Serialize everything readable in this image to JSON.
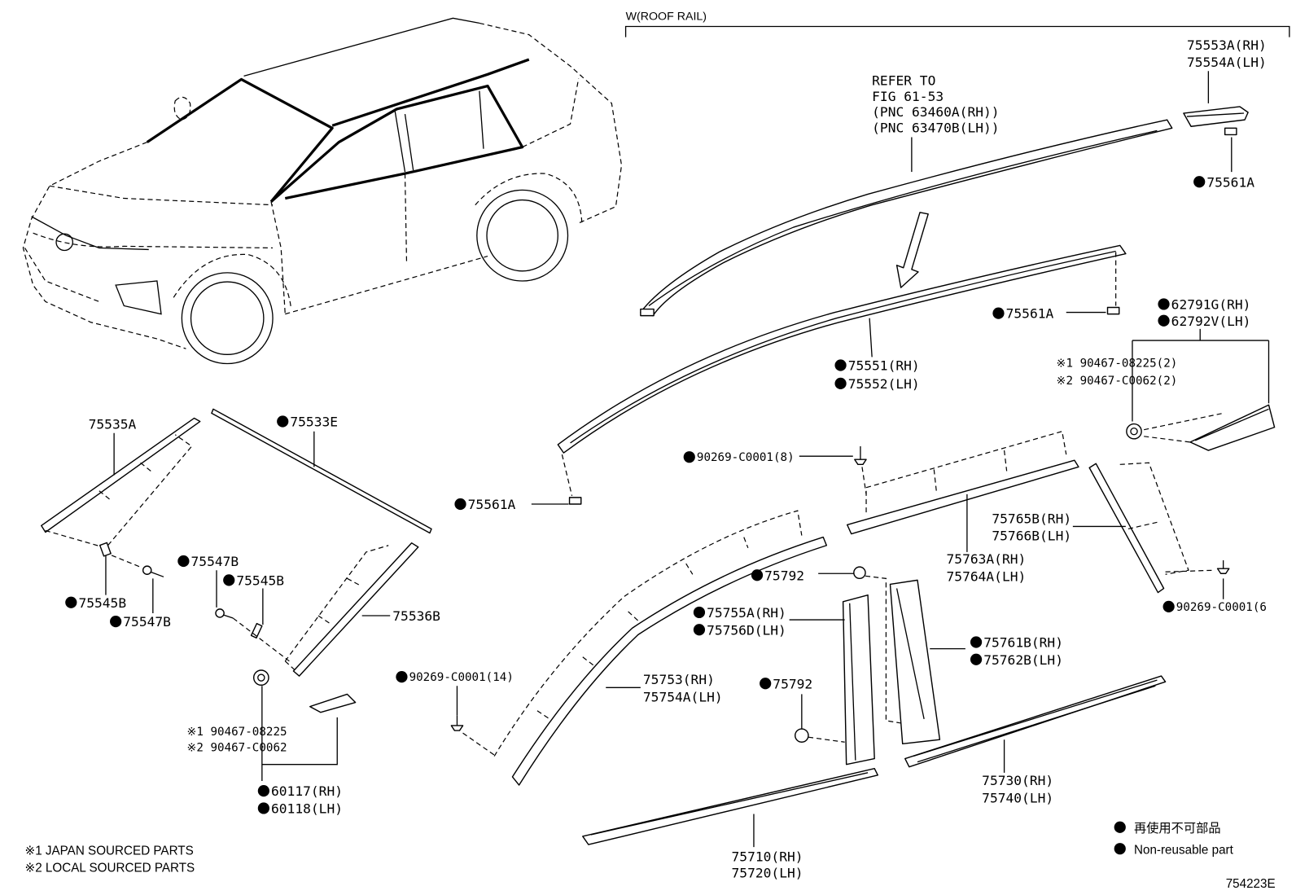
{
  "figure_id": "754223E",
  "roof_rail_group": {
    "label": "W(ROOF RAIL)"
  },
  "reference_note": [
    "REFER TO",
    "FIG 61-53",
    "(PNC 63460A(RH))",
    "(PNC 63470B(LH))"
  ],
  "callouts": {
    "c75553a": {
      "lines": [
        "75553A(RH)",
        "75554A(LH)"
      ],
      "non_reusable": false
    },
    "c75561a_1": {
      "lines": [
        "75561A"
      ],
      "non_reusable": true
    },
    "c75561a_2": {
      "lines": [
        "75561A"
      ],
      "non_reusable": true
    },
    "c62791g": {
      "lines": [
        "62791G(RH)",
        "62792V(LH)"
      ],
      "non_reusable": true
    },
    "c90467_r": {
      "lines": [
        "※1 90467-08225(2)",
        "※2 90467-C0062(2)"
      ],
      "non_reusable": false
    },
    "c75551": {
      "lines": [
        "75551(RH)",
        "75552(LH)"
      ],
      "non_reusable": true
    },
    "c75535a": {
      "lines": [
        "75535A"
      ],
      "non_reusable": false
    },
    "c75533e": {
      "lines": [
        "75533E"
      ],
      "non_reusable": true
    },
    "c90269_8": {
      "lines": [
        "90269-C0001(8)"
      ],
      "non_reusable": true
    },
    "c75561a_3": {
      "lines": [
        "75561A"
      ],
      "non_reusable": true
    },
    "c75765b": {
      "lines": [
        "75765B(RH)",
        "75766B(LH)"
      ],
      "non_reusable": false
    },
    "c75763a": {
      "lines": [
        "75763A(RH)",
        "75764A(LH)"
      ],
      "non_reusable": false
    },
    "c75547b_1": {
      "lines": [
        "75547B"
      ],
      "non_reusable": true
    },
    "c75545b_1": {
      "lines": [
        "75545B"
      ],
      "non_reusable": true
    },
    "c75792_1": {
      "lines": [
        "75792"
      ],
      "non_reusable": true
    },
    "c90269_6": {
      "lines": [
        "90269-C0001(6"
      ],
      "non_reusable": true
    },
    "c75545b_2": {
      "lines": [
        "75545B"
      ],
      "non_reusable": true
    },
    "c75547b_2": {
      "lines": [
        "75547B"
      ],
      "non_reusable": true
    },
    "c75536b": {
      "lines": [
        "75536B"
      ],
      "non_reusable": false
    },
    "c75755a": {
      "lines": [
        "75755A(RH)",
        "75756D(LH)"
      ],
      "non_reusable": true
    },
    "c75761b": {
      "lines": [
        "75761B(RH)",
        "75762B(LH)"
      ],
      "non_reusable": true
    },
    "c90269_14": {
      "lines": [
        "90269-C0001(14)"
      ],
      "non_reusable": true
    },
    "c75753": {
      "lines": [
        "75753(RH)",
        "75754A(LH)"
      ],
      "non_reusable": false
    },
    "c75792_2": {
      "lines": [
        "75792"
      ],
      "non_reusable": true
    },
    "c90467_l": {
      "lines": [
        "※1 90467-08225",
        "※2 90467-C0062"
      ],
      "non_reusable": false
    },
    "c75730": {
      "lines": [
        "75730(RH)",
        "75740(LH)"
      ],
      "non_reusable": false
    },
    "c60117": {
      "lines": [
        "60117(RH)",
        "60118(LH)"
      ],
      "non_reusable": true
    },
    "c75710": {
      "lines": [
        "75710(RH)",
        "75720(LH)"
      ],
      "non_reusable": false
    }
  },
  "notes": [
    "※1 JAPAN SOURCED PARTS",
    "※2 LOCAL SOURCED PARTS"
  ],
  "legend": {
    "label_ja": "再使用不可部品",
    "label_en": "Non-reusable part"
  }
}
